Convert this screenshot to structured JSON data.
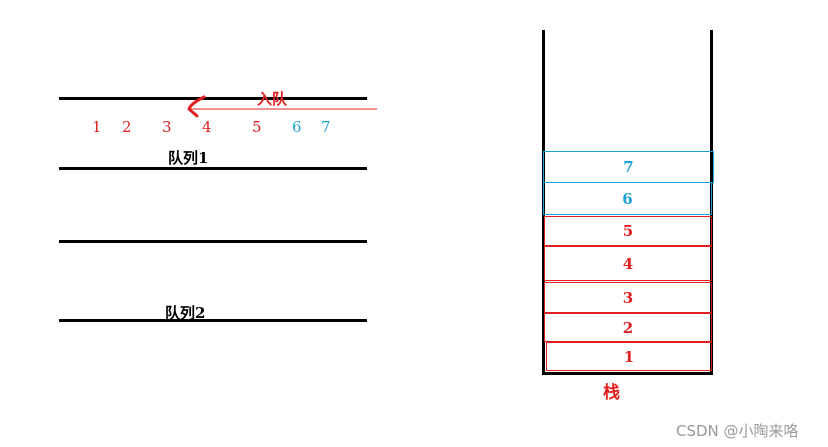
{
  "colors": {
    "red": "#e02020",
    "blue": "#1ea0d8",
    "black": "#000000"
  },
  "enqueue_label": "入队",
  "queue1": {
    "label": "队列1",
    "items": [
      {
        "value": "1",
        "color": "red"
      },
      {
        "value": "2",
        "color": "red"
      },
      {
        "value": "3",
        "color": "red"
      },
      {
        "value": "4",
        "color": "red"
      },
      {
        "value": "5",
        "color": "red"
      },
      {
        "value": "6",
        "color": "blue"
      },
      {
        "value": "7",
        "color": "blue"
      }
    ]
  },
  "queue2": {
    "label": "队列2"
  },
  "stack": {
    "label": "栈",
    "cells": [
      {
        "value": "7",
        "color": "blue"
      },
      {
        "value": "6",
        "color": "blue"
      },
      {
        "value": "5",
        "color": "red"
      },
      {
        "value": "4",
        "color": "red"
      },
      {
        "value": "3",
        "color": "red"
      },
      {
        "value": "2",
        "color": "red"
      },
      {
        "value": "1",
        "color": "red"
      }
    ]
  },
  "watermark": "CSDN @小陶来咯"
}
